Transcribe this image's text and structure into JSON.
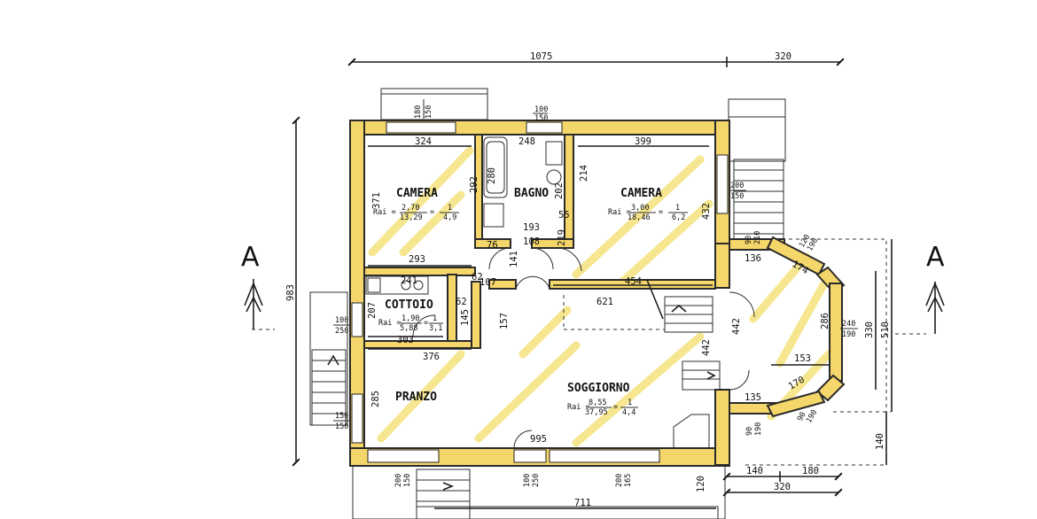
{
  "plan": {
    "rooms": {
      "camera_left": {
        "name": "CAMERA",
        "rai_label": "Rai =",
        "rai_num": "2,70",
        "rai_den": "13,29",
        "ratio_num": "1",
        "ratio_den": "4,9"
      },
      "bagno": {
        "name": "BAGNO"
      },
      "camera_right": {
        "name": "CAMERA",
        "rai_label": "Rai =",
        "rai_num": "3,00",
        "rai_den": "18,46",
        "ratio_num": "1",
        "ratio_den": "6,2"
      },
      "cottoio": {
        "name": "COTTOIO",
        "rai_label": "Rai =",
        "rai_num": "1,90",
        "rai_den": "5,88",
        "ratio_num": "1",
        "ratio_den": "3,1"
      },
      "pranzo": {
        "name": "PRANZO"
      },
      "soggiorno": {
        "name": "SOGGIORNO",
        "rai_label": "Rai =",
        "rai_num": "8,55",
        "rai_den": "37,95",
        "ratio_num": "1",
        "ratio_den": "4,4"
      }
    },
    "section_marker": "A",
    "dimensions": {
      "top_total": "1075",
      "top_right": "320",
      "left_total": "983",
      "camera_l_width": "324",
      "camera_l_height": "371",
      "camera_l_wall": "292",
      "bagno_width": "248",
      "bagno_tub": "280",
      "bagno_side": "202",
      "bagno_inner": "214",
      "camera_r_width": "399",
      "camera_r_height": "432",
      "corridor_193": "193",
      "corridor_108": "108",
      "corridor_76": "76",
      "corridor_55": "55",
      "corridor_219": "219",
      "corridor_141": "141",
      "corridor_62a": "62",
      "corridor_107": "107",
      "corridor_157": "157",
      "corridor_293": "293",
      "corridor_454": "454",
      "corridor_621": "621",
      "cottoio_241": "241",
      "cottoio_207": "207",
      "cottoio_62": "62",
      "cottoio_145": "145",
      "cottoio_303": "303",
      "pranzo_376": "376",
      "pranzo_285": "285",
      "stair_442a": "442",
      "stair_442b": "442",
      "bay_136": "136",
      "bay_135": "135",
      "bay_174": "174",
      "bay_170": "170",
      "bay_286": "286",
      "bay_153": "153",
      "bay_330": "330",
      "bay_510": "510",
      "bay_140": "140",
      "door_995": "995",
      "bottom_711": "711",
      "bottom_120": "120",
      "bottom_140": "140",
      "bottom_180": "180",
      "bottom_320": "320"
    },
    "openings": {
      "w_top1_a": "180",
      "w_top1_b": "150",
      "w_top2_a": "100",
      "w_top2_b": "150",
      "w_right_a": "200",
      "w_right_b": "150",
      "w_bay_a": "90",
      "w_bay_b": "210",
      "w_bay2_a": "120",
      "w_bay2_b": "190",
      "w_bay3_a": "240",
      "w_bay3_b": "190",
      "w_bay4_a": "90",
      "w_bay4_b": "190",
      "w_bay5_a": "90",
      "w_bay5_b": "190",
      "w_left1_a": "100",
      "w_left1_b": "250",
      "w_left2_a": "150",
      "w_left2_b": "150",
      "w_bot1_a": "200",
      "w_bot1_b": "150",
      "w_bot2_a": "100",
      "w_bot2_b": "250",
      "w_bot3_a": "200",
      "w_bot3_b": "165"
    }
  }
}
